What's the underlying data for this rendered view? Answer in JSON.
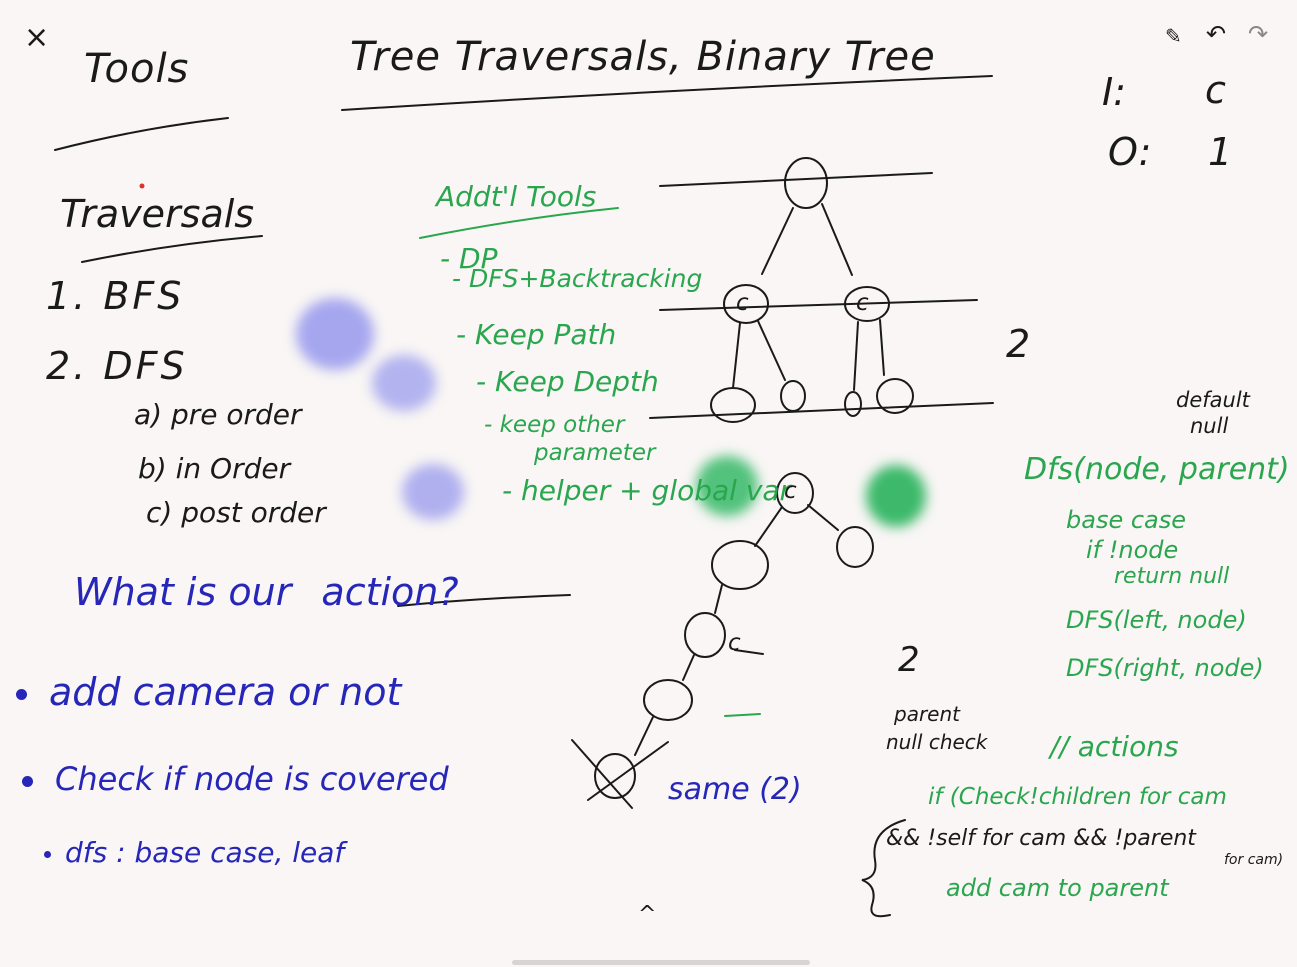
{
  "toolbar": {
    "close_icon": "close-icon",
    "pen_icon": "pen-icon",
    "undo_icon": "undo-icon",
    "redo_icon": "redo-icon",
    "close_glyph": "×",
    "pen_glyph": "✎",
    "undo_glyph": "↶",
    "redo_glyph": "↷",
    "expand_glyph": "^"
  },
  "canvas": {
    "tools_heading": "Tools",
    "title": "Tree Traversals, Binary Tree",
    "io_input": "I:",
    "io_input_value": "c",
    "io_output": "O:",
    "io_output_value": "1",
    "traversals_heading": "Traversals",
    "traversal_bfs": "1. BFS",
    "traversal_dfs": "2. DFS",
    "dfs_pre": "a) pre order",
    "dfs_in": "b) in Order",
    "dfs_post": "c) post order",
    "addtl_tools_heading": "Addt'l Tools",
    "addtl_items": [
      "- DP",
      "- DFS+Backtracking",
      "- Keep Path",
      "- Keep Depth",
      "- keep other",
      "parameter",
      "- helper + global var"
    ],
    "action_question_prefix": "What is our",
    "action_question_word": "action?",
    "bullet_1": "add camera or not",
    "bullet_2": "Check if node is covered",
    "bullet_3": "dfs : base case, leaf",
    "tree_label_2a": "2",
    "tree_label_2b": "2",
    "same_label": "same (2)",
    "parent_null_check_1": "parent",
    "parent_null_check_2": "null check",
    "default_null_1": "default",
    "default_null_2": "null",
    "dfs_signature": "Dfs(node, parent)",
    "base_case": "base case",
    "if_not_node": "if !node",
    "return_null": "return null",
    "dfs_left": "DFS(left, node)",
    "dfs_right": "DFS(right, node)",
    "actions_comment": "// actions",
    "if_check": "if (Check!children for cam",
    "self_cam": "&& !self for cam && !parent",
    "for_cam": "for cam)",
    "add_cam": "add cam to parent",
    "node_label_c": "c"
  },
  "colors": {
    "ink_black": "#1a1a1a",
    "ink_green": "#2aa64e",
    "ink_blue": "#2626b8",
    "highlight_purple": "#a9a9ec",
    "highlight_green": "#3cb96a",
    "background": "#f9f6f5"
  }
}
